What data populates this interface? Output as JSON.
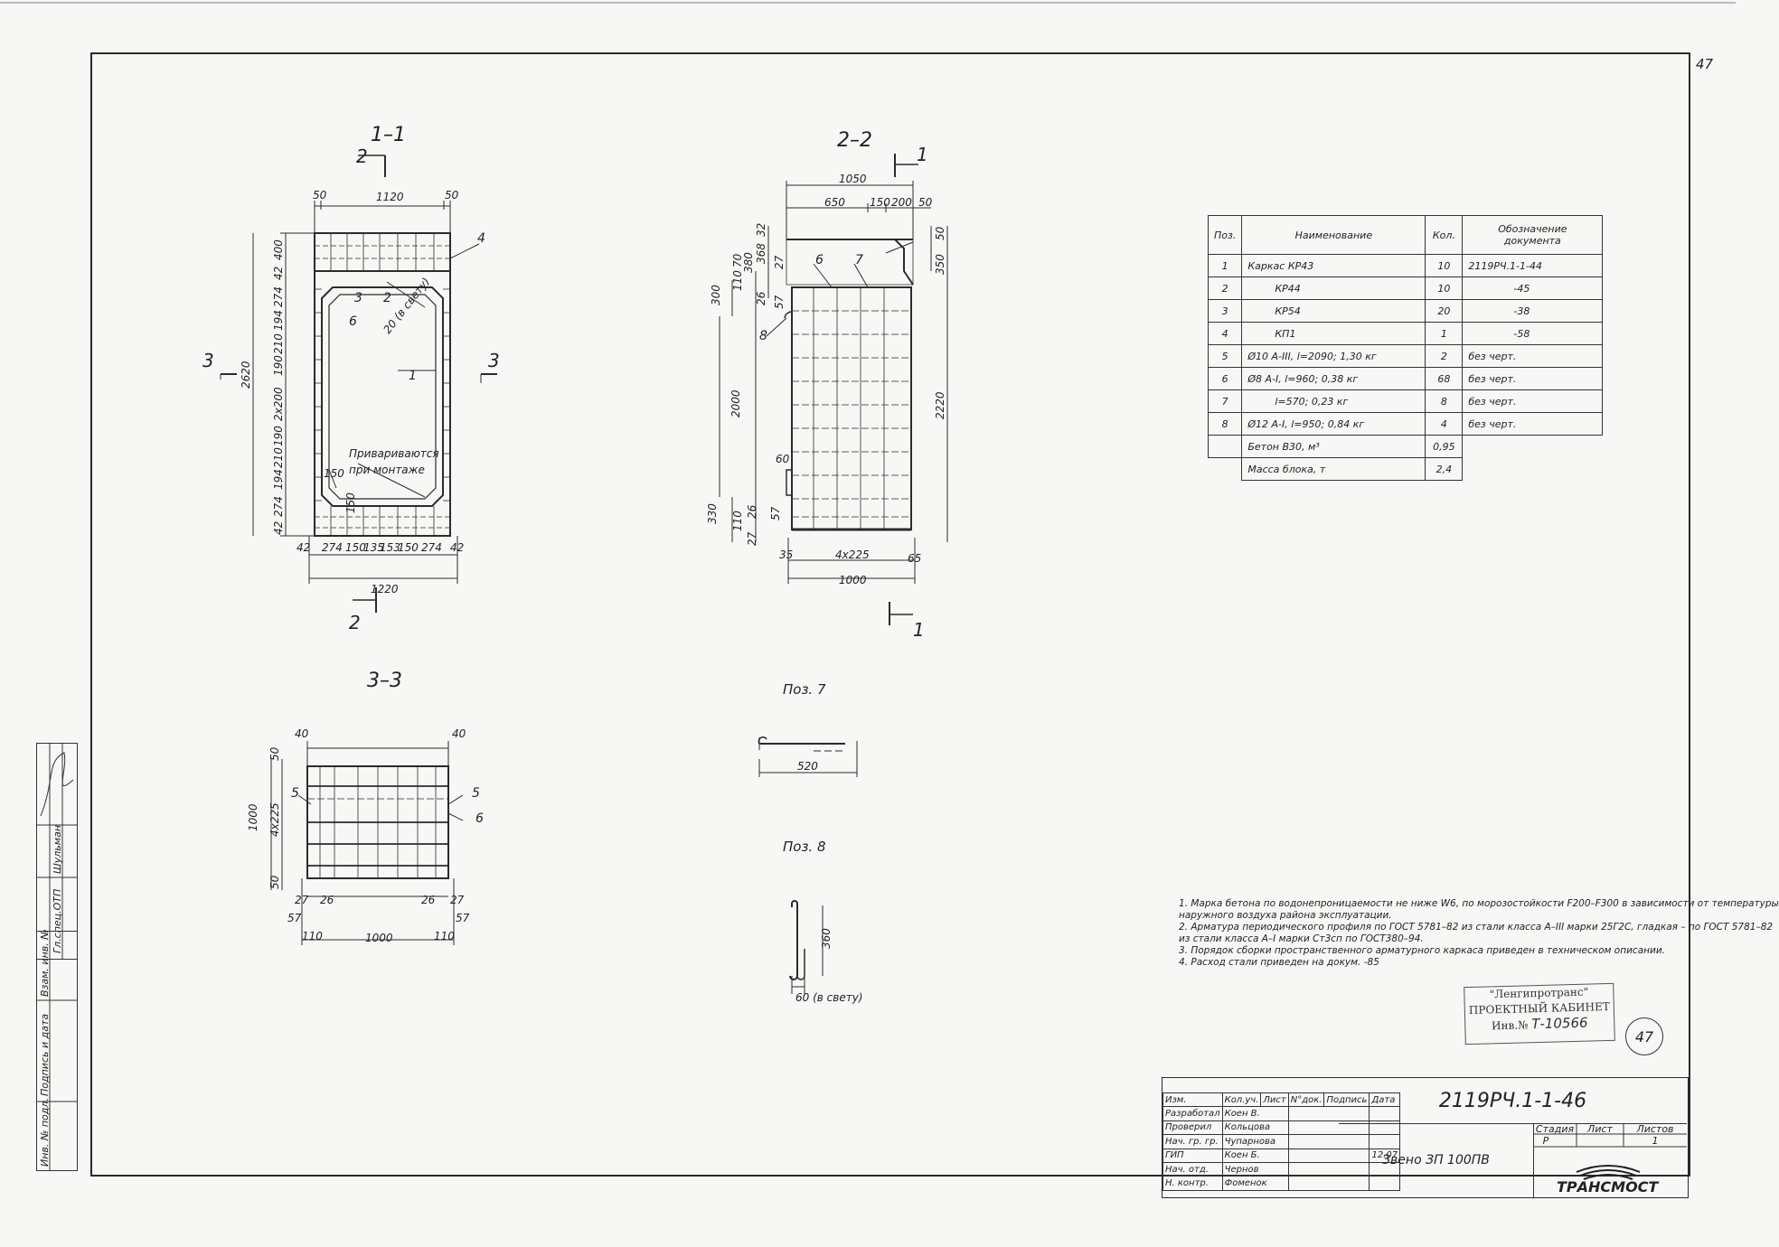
{
  "page_number": "47",
  "sections": {
    "s11": "1–1",
    "s22": "2–2",
    "s33": "3–3",
    "pos7": "Поз. 7",
    "pos8": "Поз. 8"
  },
  "cut_marks": {
    "one": "1",
    "two": "2",
    "three": "3"
  },
  "dims_11": {
    "top_50a": "50",
    "top_1120": "1120",
    "top_50b": "50",
    "left": [
      "400",
      "42",
      "274",
      "194",
      "210",
      "190",
      "2х200",
      "190",
      "210",
      "194",
      "274",
      "42"
    ],
    "total_2620": "2620",
    "bottom": [
      "42",
      "274",
      "150",
      "135",
      "153",
      "150",
      "274",
      "42"
    ],
    "bottom_1220": "1220",
    "d150a": "150",
    "d150b": "150",
    "note_svetu": "20 (в свету)",
    "weld_note_1": "Привариваются",
    "weld_note_2": "при монтаже",
    "callouts": [
      "4",
      "3",
      "2",
      "6",
      "1"
    ]
  },
  "dims_22": {
    "top_1050": "1050",
    "top_650": "650",
    "top_150": "150",
    "top_200": "200",
    "top_50": "50",
    "left_small": [
      "32",
      "368",
      "27",
      "70",
      "380",
      "110",
      "26",
      "57"
    ],
    "l300": "300",
    "l2000": "2000",
    "l60": "60",
    "bottom_left": [
      "330",
      "110",
      "26",
      "57",
      "27"
    ],
    "r50": "50",
    "r350": "350",
    "r2220": "2220",
    "b35": "35",
    "b4x225": "4х225",
    "b65": "65",
    "b1000": "1000",
    "callouts": [
      "6",
      "7",
      "8"
    ]
  },
  "dims_33": {
    "t40a": "40",
    "t40b": "40",
    "l50a": "50",
    "l1000": "1000",
    "l4x225": "4х225",
    "l50b": "50",
    "b27a": "27",
    "b26a": "26",
    "b57a": "57",
    "b110a": "110",
    "b1000": "1000",
    "b26b": "26",
    "b27b": "27",
    "b57b": "57",
    "b110b": "110",
    "callouts": [
      "5",
      "5",
      "6"
    ]
  },
  "pos7_len": "520",
  "pos8_h": "360",
  "pos8_w": "60 (в свету)",
  "spec_table": {
    "headers": [
      "Поз.",
      "Наименование",
      "Кол.",
      "Обозначение документа"
    ],
    "rows": [
      [
        "1",
        "Каркас КР43",
        "10",
        "2119РЧ.1-1-44"
      ],
      [
        "2",
        "КР44",
        "10",
        "-45"
      ],
      [
        "3",
        "КР54",
        "20",
        "-38"
      ],
      [
        "4",
        "КП1",
        "1",
        "-58"
      ],
      [
        "5",
        "Ø10 А-III, l=2090; 1,30 кг",
        "2",
        "без черт."
      ],
      [
        "6",
        "Ø8 А-I, l=960; 0,38 кг",
        "68",
        "без черт."
      ],
      [
        "7",
        "l=570; 0,23 кг",
        "8",
        "без черт."
      ],
      [
        "8",
        "Ø12 А-I, l=950; 0,84 кг",
        "4",
        "без черт."
      ],
      [
        "",
        "Бетон В30, м³",
        "0,95",
        ""
      ],
      [
        "",
        "Масса блока, т",
        "2,4",
        ""
      ]
    ]
  },
  "notes": [
    "1. Марка бетона по водонепроницаемости не ниже W6, по морозостойкости F200–F300 в зависимости от температуры",
    "наружного воздуха района эксплуатации.",
    "2. Арматура периодического профиля по ГОСТ 5781–82 из стали класса А–III марки 25Г2С, гладкая – по ГОСТ 5781–82",
    "из стали класса А–I марки Ст3сп по ГОСТ380–94.",
    "3. Порядок сборки пространственного арматурного каркаса приведен в техническом описании.",
    "4. Расход стали приведен на докум. -85"
  ],
  "stamp": {
    "line1": "\"Ленгипротранс\"",
    "line2": "ПРОЕКТНЫЙ КАБИНЕТ",
    "line3_prefix": "Инв.№",
    "line3_value": "Т-10566"
  },
  "circle_mark": "47",
  "side_panel": {
    "labels": [
      "Инв. № подл.",
      "Подпись и дата",
      "Взам. инв. №"
    ],
    "approval": [
      "Гл.спец.ОТП",
      "Шульман"
    ]
  },
  "title_block": {
    "header": [
      "Изм.",
      "Кол.уч.",
      "Лист",
      "N°док.",
      "Подпись",
      "Дата"
    ],
    "rows": [
      [
        "Разработал",
        "Коен В.",
        "",
        ""
      ],
      [
        "Проверил",
        "Кольцова",
        "",
        ""
      ],
      [
        "Нач. гр. гр.",
        "Чупарнова",
        "",
        ""
      ],
      [
        "ГИП",
        "Коен Б.",
        "",
        "12.07"
      ],
      [
        "Нач. отд.",
        "Чернов",
        "",
        ""
      ],
      [
        "Н. контр.",
        "Фоменок",
        "",
        ""
      ]
    ],
    "doc_code": "2119РЧ.1-1-46",
    "doc_name": "Звено ЗП 100ПВ",
    "stage_headers": [
      "Стадия",
      "Лист",
      "Листов"
    ],
    "stage_values": [
      "Р",
      "",
      "1"
    ],
    "logo_text": "ТРАНСМОСТ"
  }
}
